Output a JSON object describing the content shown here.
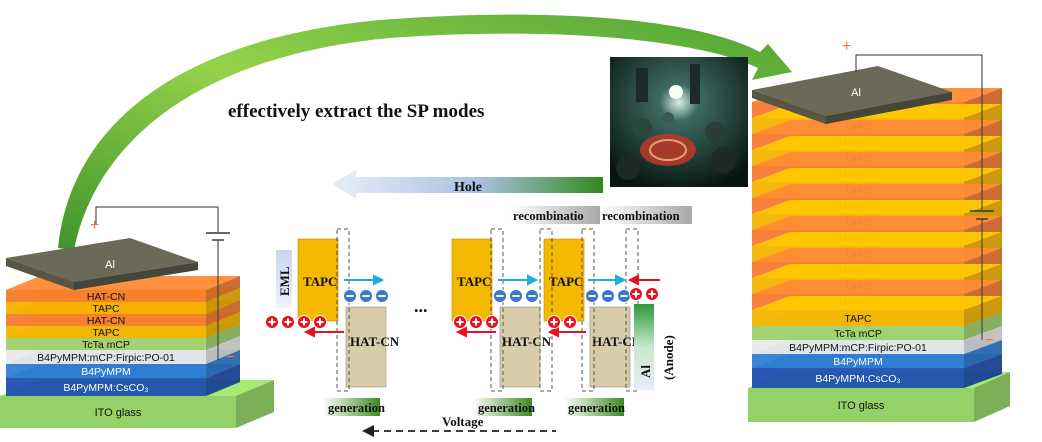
{
  "headline": "effectively extract the SP modes",
  "hole_label": "Hole",
  "voltage_label": "Voltage",
  "ellipsis": "...",
  "eml_label": "EML",
  "anode_label": "(Anode)",
  "al_label": "Al",
  "recombination_labels": [
    "recombinatio",
    "recombination"
  ],
  "generation_label": "generation",
  "tapc_label": "TAPC",
  "hatcn_label": "HAT-CN",
  "plus_sign": "+",
  "minus_sign": "−",
  "left_stack": {
    "top": "Al",
    "layers": [
      "HAT-CN",
      "TAPC",
      "HAT-CN",
      "TAPC",
      "TcTa  mCP",
      "B4PyMPM:mCP:Firpic:PO-01",
      "B4PyMPM",
      "B4PyMPM:CsCO₃",
      "ITO glass"
    ]
  },
  "right_stack": {
    "top": "Al",
    "repeat_labels": [
      "HAT-CN",
      "TAPC",
      "HAT-CN",
      "TAPC",
      "HAT-CN",
      "TAPC",
      "HAT-CN",
      "TAPC",
      "HAT-CN",
      "TAPC",
      "HAT-CN",
      "TAPC",
      "HAT-CN",
      "TAPC"
    ],
    "bottom_labels": [
      "TcTa    mCP",
      "B4PyMPM:mCP:Firpic:PO-01",
      "B4PyMPM",
      "B4PyMPM:CsCO₃",
      "ITO glass"
    ]
  },
  "colors": {
    "orange": "#f47b30",
    "yellow": "#f6b400",
    "al_gray": "#6b6a58",
    "blue": "#2f7fd3",
    "dark_blue": "#1f4fb0",
    "green": "#5aa620",
    "tapc_box": "#f5b800",
    "hatcn_box": "#d8ccaa",
    "plus_red": "#e5131f",
    "minus_blue": "#2c6fc0",
    "arrow_cyan": "#21a9e0"
  }
}
